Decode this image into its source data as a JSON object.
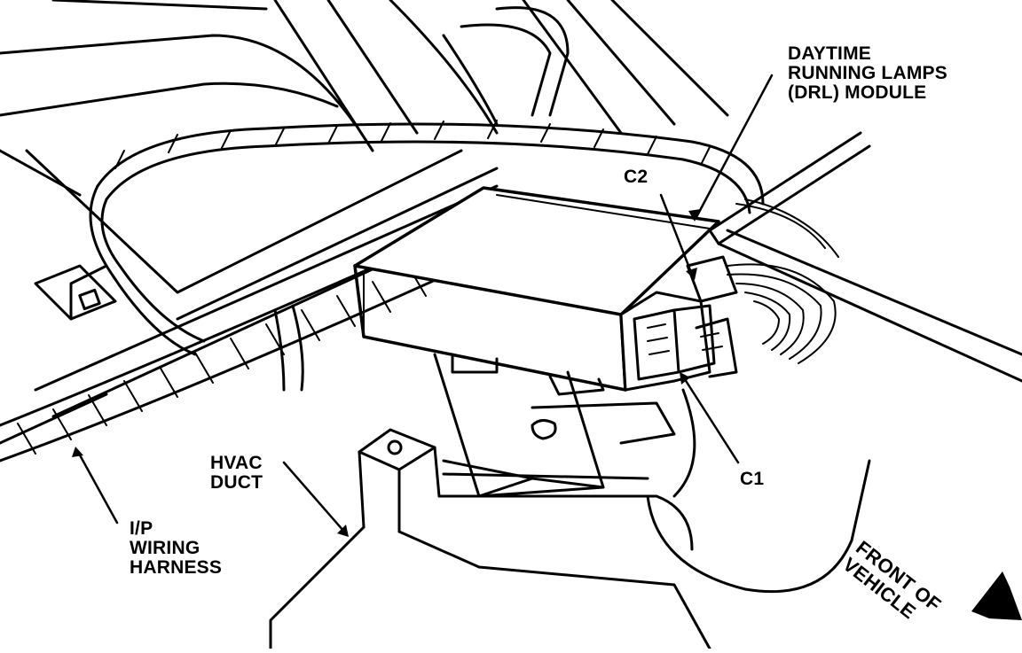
{
  "labels": {
    "drl_line1": "DAYTIME",
    "drl_line2": "RUNNING LAMPS",
    "drl_line3": "(DRL) MODULE",
    "c2": "C2",
    "c1": "C1",
    "hvac_line1": "HVAC",
    "hvac_line2": "DUCT",
    "ip_line1": "I/P",
    "ip_line2": "WIRING",
    "ip_line3": "HARNESS",
    "front_line1": "FRONT OF",
    "front_line2": "VEHICLE"
  },
  "colors": {
    "ink": "#000000",
    "paper": "#ffffff"
  }
}
